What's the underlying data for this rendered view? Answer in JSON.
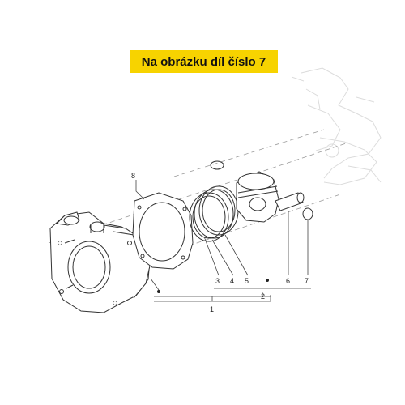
{
  "banner": {
    "text": "Na obrázku díl číslo 7"
  },
  "labels": {
    "part_8": "8",
    "part_3": "3",
    "part_4": "4",
    "part_5": "5",
    "part_6": "6",
    "part_7": "7",
    "group_1": "1",
    "group_2": "2"
  },
  "colors": {
    "banner": "#f7d300",
    "line": "#333333",
    "ghost": "#d9d9d9"
  }
}
